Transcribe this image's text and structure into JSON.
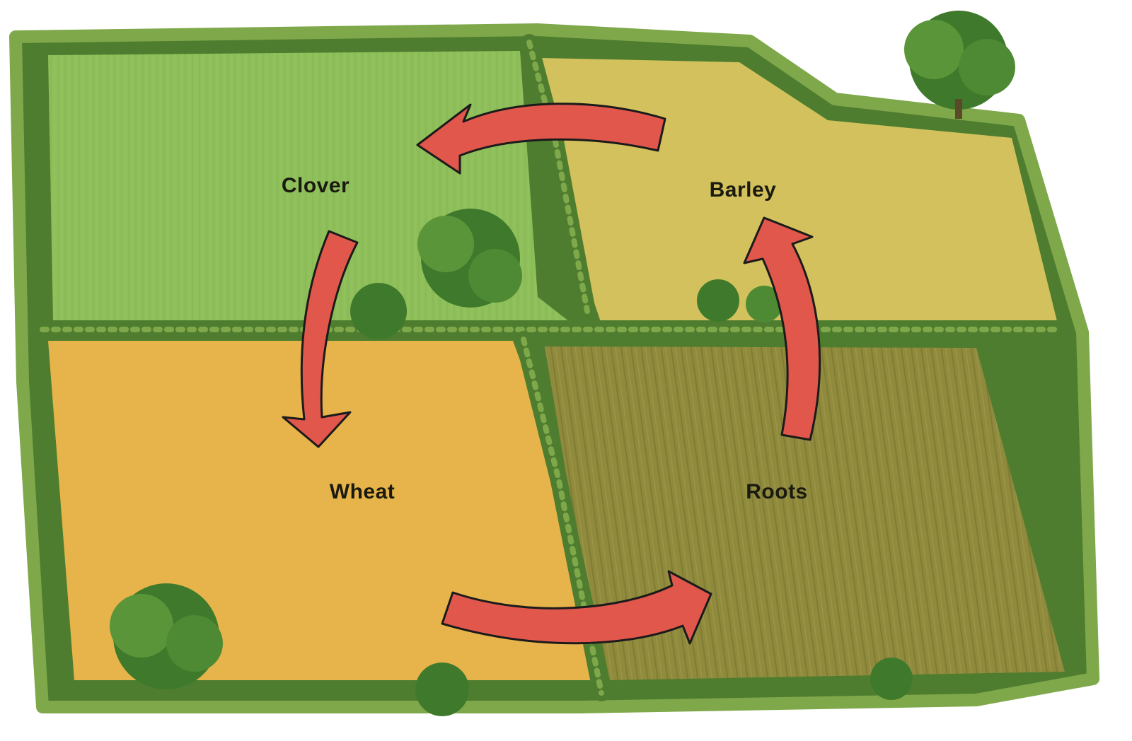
{
  "fields": [
    {
      "id": "clover",
      "label": "Clover",
      "color": "#8fbf5a"
    },
    {
      "id": "barley",
      "label": "Barley",
      "color": "#d2c15c"
    },
    {
      "id": "wheat",
      "label": "Wheat",
      "color": "#e6b44a"
    },
    {
      "id": "roots",
      "label": "Roots",
      "color": "#8f8a3c"
    }
  ],
  "rotation_order": [
    "Clover",
    "Wheat",
    "Roots",
    "Barley"
  ],
  "colors": {
    "arrow_fill": "#e2574c",
    "arrow_stroke": "#1b1b1b",
    "hedge": "#4e7d2f",
    "hedge_light": "#7fa84a",
    "tree": "#3f7a2c"
  },
  "icons": {
    "arrows": "curved-arrow-icon",
    "trees": "tree-icon"
  }
}
